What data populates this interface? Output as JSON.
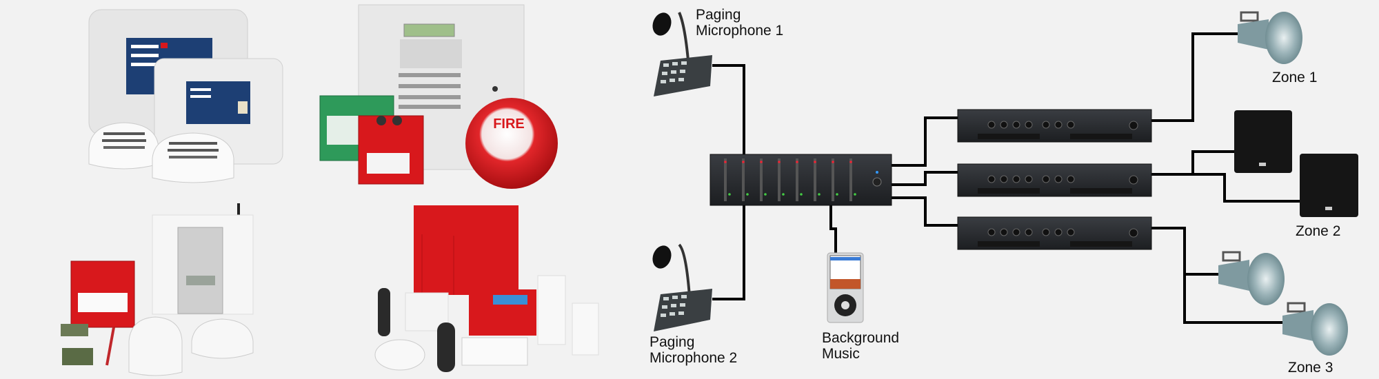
{
  "diagram": {
    "labels": {
      "mic1": [
        "Paging",
        "Microphone 1"
      ],
      "mic2": [
        "Paging",
        "Microphone 2"
      ],
      "music": [
        "Background",
        "Music"
      ],
      "zone1": "Zone 1",
      "zone2": "Zone 2",
      "zone3": "Zone 3"
    },
    "nodes": [
      "paging-microphone-1",
      "paging-microphone-2",
      "mixer",
      "background-music-player",
      "amplifier-1",
      "amplifier-2",
      "amplifier-3",
      "zone-1-horn",
      "zone-2-speaker-a",
      "zone-2-speaker-b",
      "zone-3-horn-a",
      "zone-3-horn-b"
    ],
    "connections": [
      [
        "paging-microphone-1",
        "mixer"
      ],
      [
        "paging-microphone-2",
        "mixer"
      ],
      [
        "background-music-player",
        "mixer"
      ],
      [
        "mixer",
        "amplifier-1"
      ],
      [
        "mixer",
        "amplifier-2"
      ],
      [
        "mixer",
        "amplifier-3"
      ],
      [
        "amplifier-1",
        "zone-1-horn"
      ],
      [
        "amplifier-2",
        "zone-2-speaker-a"
      ],
      [
        "amplifier-2",
        "zone-2-speaker-b"
      ],
      [
        "amplifier-3",
        "zone-3-horn-a"
      ],
      [
        "amplifier-3",
        "zone-3-horn-b"
      ]
    ]
  },
  "products": {
    "fire_bell_text": "FIRE"
  },
  "colors": {
    "background": "#f2f2f2",
    "wire": "#000000",
    "device": "#2b2d30",
    "alarm_red": "#d8181c",
    "callpoint_green": "#2e9a5a",
    "screen_blue": "#1d3f74"
  }
}
